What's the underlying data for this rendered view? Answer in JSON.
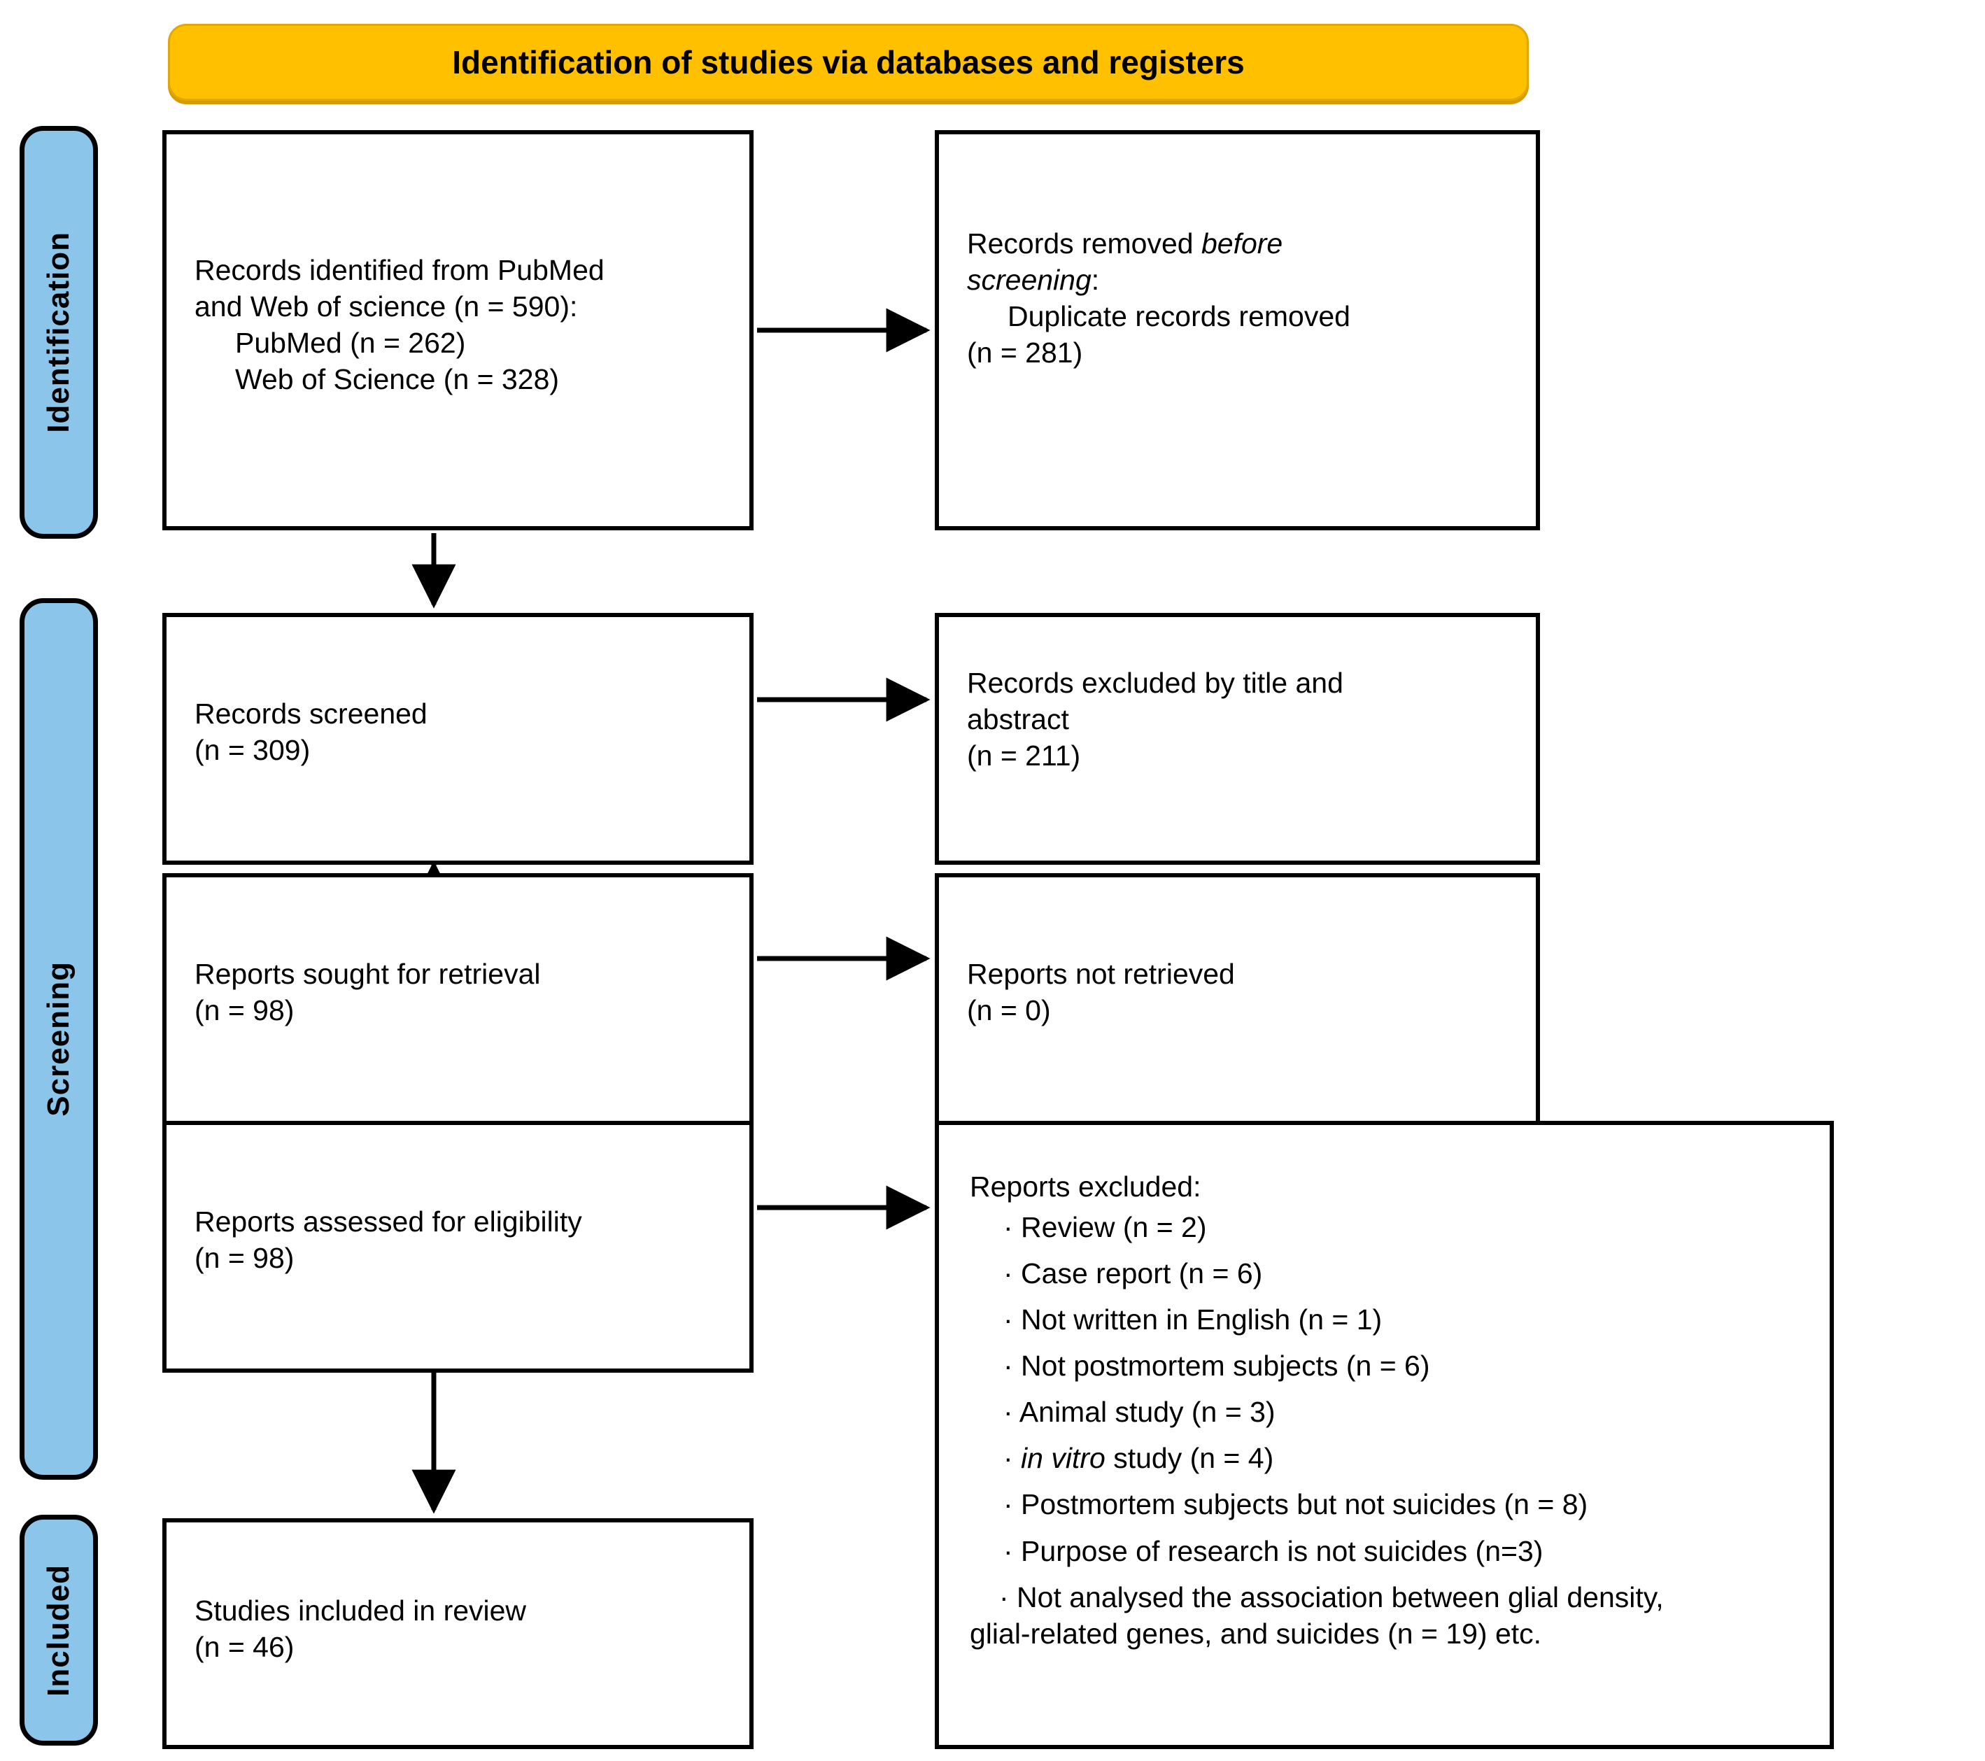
{
  "banner": {
    "title": "Identification of studies via databases and registers",
    "color": "#FFC000"
  },
  "phases": [
    {
      "label": "Identification",
      "color": "#8CC5EA"
    },
    {
      "label": "Screening",
      "color": "#8CC5EA"
    },
    {
      "label": "Included",
      "color": "#8CC5EA"
    }
  ],
  "boxes": {
    "identified": {
      "line1": "Records identified from PubMed",
      "line2": "and Web of science (n = 590):",
      "line3": "PubMed (n = 262)",
      "line4": "Web of Science (n = 328)"
    },
    "removed": {
      "line1a": "Records removed ",
      "line1b": "before",
      "line2a": "screening",
      "line2b": ":",
      "line3": "Duplicate records removed",
      "line4": "(n = 281)"
    },
    "screened": {
      "line1": "Records screened",
      "line2": "(n = 309)"
    },
    "excluded_title_abstract": {
      "line1": "Records excluded by title and",
      "line2": "abstract",
      "line3": "(n = 211)"
    },
    "sought": {
      "line1": "Reports sought for retrieval",
      "line2": "(n = 98)"
    },
    "not_retrieved": {
      "line1": "Reports not retrieved",
      "line2": "(n = 0)"
    },
    "assessed": {
      "line1": "Reports assessed for eligibility",
      "line2": "(n = 98)"
    },
    "reports_excluded": {
      "heading": "Reports excluded:",
      "items": [
        {
          "text": "Review (n = 2)"
        },
        {
          "text": "Case report (n = 6)"
        },
        {
          "text": "Not written in English (n = 1)"
        },
        {
          "text": "Not postmortem subjects (n = 6)"
        },
        {
          "text": "Animal study (n = 3)"
        },
        {
          "italic": "in vitro",
          "text": " study (n = 4)"
        },
        {
          "text": "Postmortem subjects but not suicides (n = 8)"
        },
        {
          "text": "Purpose of research is not suicides (n=3)"
        },
        {
          "text": "Not analysed the association between glial density,",
          "continuation": "glial-related genes, and suicides (n = 19) etc."
        }
      ],
      "bullet": "·"
    },
    "included": {
      "line1": "Studies included in review",
      "line2": "(n = 46)"
    }
  },
  "connectors": {
    "down_identified_to_screened": "arrow-down",
    "right_identified_to_removed": "arrow-right",
    "down_screened_to_sought": "arrow-down",
    "right_screened_to_excluded": "arrow-right",
    "down_sought_to_assessed": "arrow-down",
    "right_sought_to_notretrieved": "arrow-right",
    "down_assessed_to_included": "arrow-down",
    "right_assessed_to_repexcluded": "arrow-right"
  }
}
